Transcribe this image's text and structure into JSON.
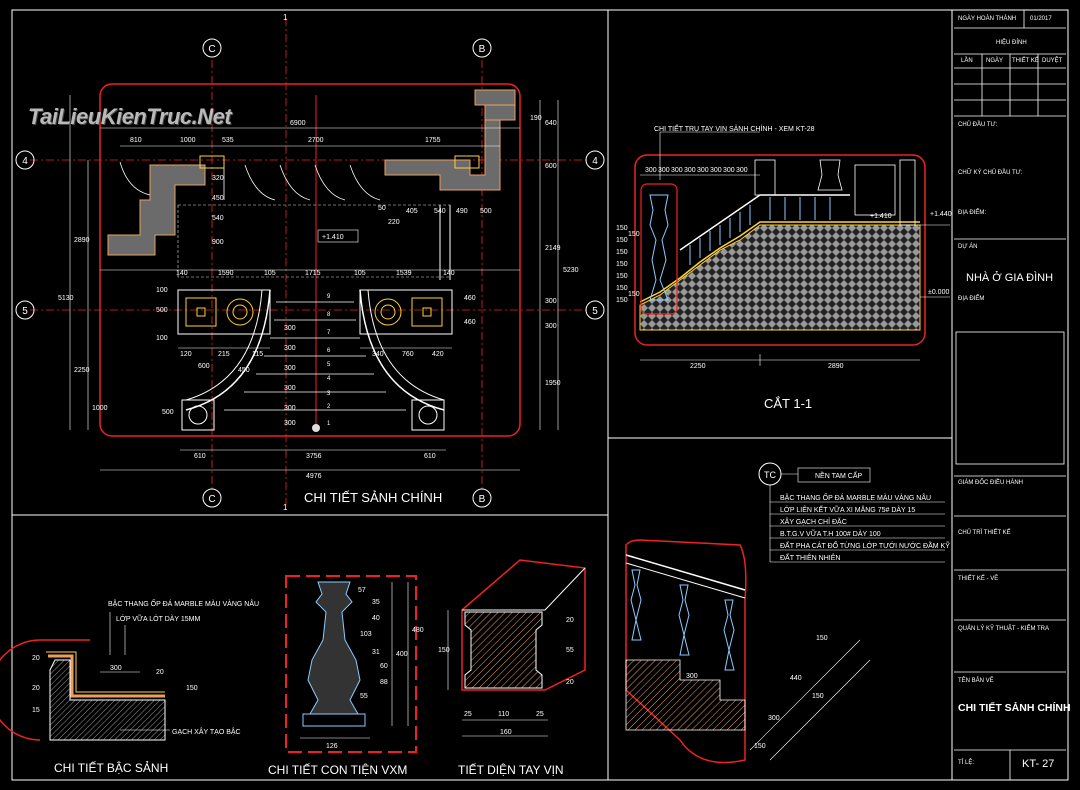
{
  "watermark": {
    "text": "TaiLieuKienTruc.Net"
  },
  "plan": {
    "title": "CHI TIẾT SẢNH CHÍNH",
    "axes": {
      "c": "C",
      "b": "B",
      "n4": "4",
      "n5": "5",
      "cut": "1"
    },
    "level": "+1.410",
    "dims_top": [
      "810",
      "1000",
      "535",
      "2700",
      "1755",
      "6900",
      "190"
    ],
    "dims_right_outer": [
      "640",
      "600",
      "2149",
      "300",
      "300",
      "1950",
      "5230"
    ],
    "dims_left": [
      "2890",
      "5130",
      "2250",
      "1000",
      "500",
      "100",
      "100",
      "500"
    ],
    "dims_inner": [
      "140",
      "1590",
      "105",
      "1715",
      "105",
      "1539",
      "140",
      "120",
      "215",
      "115",
      "600",
      "450",
      "340",
      "760",
      "420",
      "405",
      "540",
      "490",
      "500",
      "220",
      "50",
      "320",
      "450",
      "540",
      "900",
      "460",
      "460"
    ],
    "steps": [
      "9",
      "8",
      "7",
      "6",
      "5",
      "4",
      "3",
      "2",
      "1"
    ],
    "step_dim": "300",
    "dims_bottom": [
      "610",
      "3756",
      "610",
      "4976"
    ]
  },
  "section": {
    "title": "CẮT 1-1",
    "note": "CHI TIẾT TRỤ TAY VỊN SẢNH CHÍNH - XEM KT-28",
    "level1": "+1.410",
    "level2": "+1.440",
    "level3": "±0.000",
    "dims": [
      "300",
      "300",
      "300",
      "300",
      "300",
      "300",
      "300",
      "300",
      "2250",
      "2890"
    ],
    "vdims": [
      "150",
      "150",
      "150",
      "150",
      "150",
      "150",
      "150",
      "150",
      "150"
    ]
  },
  "legend": {
    "tag": "TC",
    "header": "NỀN TAM CẤP",
    "items": [
      "BẬC THANG ỐP ĐÁ MARBLE MÀU VÀNG NÂU",
      "LỚP LIÊN KẾT VỮA XI MĂNG 75# DÀY 15",
      "XÂY GẠCH CHỈ ĐẶC",
      "B.T.G.V VỮA T.H 100# DÀY 100",
      "ĐẤT PHA CÁT ĐỔ TỪNG LỚP TƯỚI NƯỚC ĐẦM KỸ",
      "ĐẤT THIÊN NHIÊN"
    ]
  },
  "step_detail": {
    "title": "CHI TIẾT BẬC SẢNH",
    "note1": "BẬC THANG ỐP ĐÁ MARBLE MÀU VÀNG NÂU",
    "note2": "LỚP VỮA LÓT DÀY 15MM",
    "note3": "GẠCH XÂY TẠO BẬC",
    "dims": [
      "20",
      "300",
      "20",
      "150",
      "20",
      "15"
    ]
  },
  "baluster": {
    "title": "CHI TIẾT CON TIỆN VXM",
    "dims": [
      "57",
      "35",
      "40",
      "103",
      "31",
      "60",
      "88",
      "55",
      "480",
      "400",
      "126"
    ]
  },
  "handrail": {
    "title": "TIẾT DIỆN TAY VỊN",
    "dims": [
      "25",
      "110",
      "25",
      "160",
      "150",
      "55",
      "20",
      "20"
    ]
  },
  "stair_detail": {
    "dims": [
      "300",
      "150",
      "440",
      "300",
      "150",
      "150"
    ]
  },
  "titleblock": {
    "date_label": "NGÀY HOÀN THÀNH",
    "date": "01/2017",
    "rev_label": "HIỆU ĐÍNH",
    "rev_cols": [
      "LẦN",
      "NGÀY",
      "THIẾT KẾ",
      "DUYỆT"
    ],
    "owner_label": "CHỦ ĐẦU TƯ:",
    "owner_sign": "CHỮ KÝ CHỦ ĐẦU TƯ:",
    "location_label": "ĐỊA ĐIỂM:",
    "project_label": "DỰ ÁN",
    "project": "NHÀ Ở GIA ĐÌNH",
    "project_loc": "ĐỊA ĐIỂM",
    "director": "GIÁM ĐỐC ĐIỀU HÀNH",
    "lead": "CHỦ TRÌ THIẾT KẾ",
    "designer": "THIẾT KẾ - VẼ",
    "qc": "QUẢN LÝ KỸ THUẬT - KIỂM TRA",
    "sheet_name_label": "TÊN BẢN VẼ",
    "sheet_name": "CHI TIẾT SẢNH CHÍNH",
    "scale_label": "TỈ LỆ:",
    "sheet_no": "KT- 27"
  }
}
